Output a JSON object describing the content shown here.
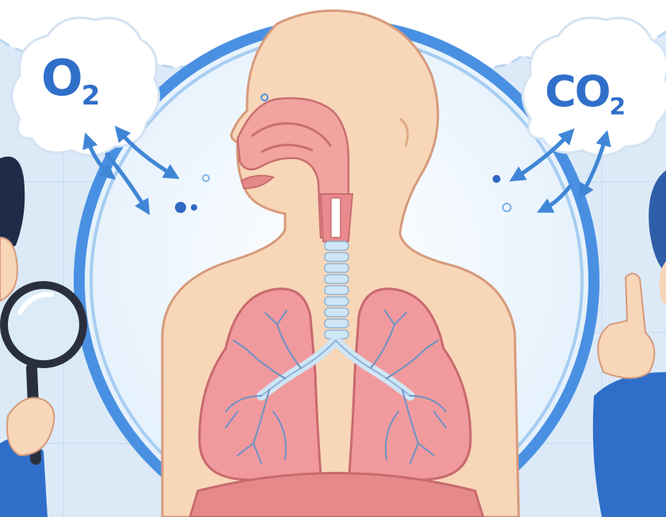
{
  "labels": {
    "left_gas": {
      "main": "O",
      "sub": "2"
    },
    "right_gas": {
      "main": "CO",
      "sub": "2"
    }
  },
  "colors": {
    "background": "#dfeefb",
    "ring": "#4a90e2",
    "skin": "#f8d6b8",
    "skin_outline": "#d79a7c",
    "lung": "#f19a9e",
    "airway": "#e98a8e",
    "trachea": "#cfe6f6",
    "arrow": "#3f86d6",
    "text": "#2f6fc9"
  }
}
